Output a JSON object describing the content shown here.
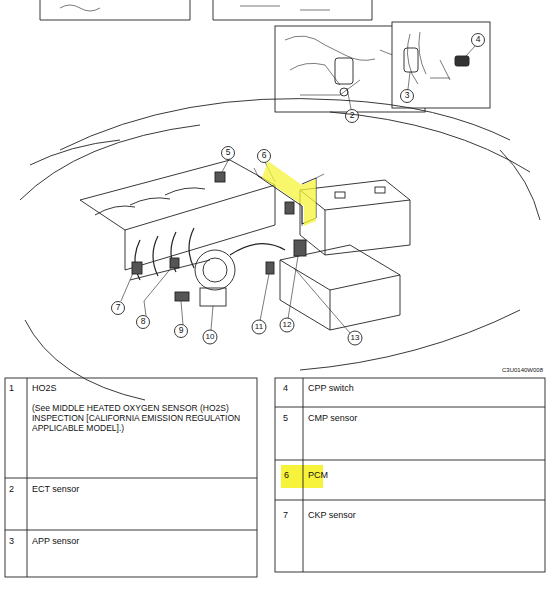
{
  "diagram": {
    "labels": [
      "2",
      "3",
      "4",
      "5",
      "6",
      "7",
      "8",
      "9",
      "10",
      "11",
      "12",
      "13",
      "C3U0140W008",
      "1",
      "HO2S",
      "(See MIDDLE HEATED OXYGEN SENSOR (HO2S) INSPECTION [CALIFORNIA EMISSION REGULATION APPLICABLE MODEL].)",
      "2",
      "ECT sensor",
      "3",
      "APP sensor",
      "4",
      "CPP switch",
      "5",
      "CMP sensor",
      "6",
      "PCM",
      "7",
      "CKP sensor"
    ]
  }
}
